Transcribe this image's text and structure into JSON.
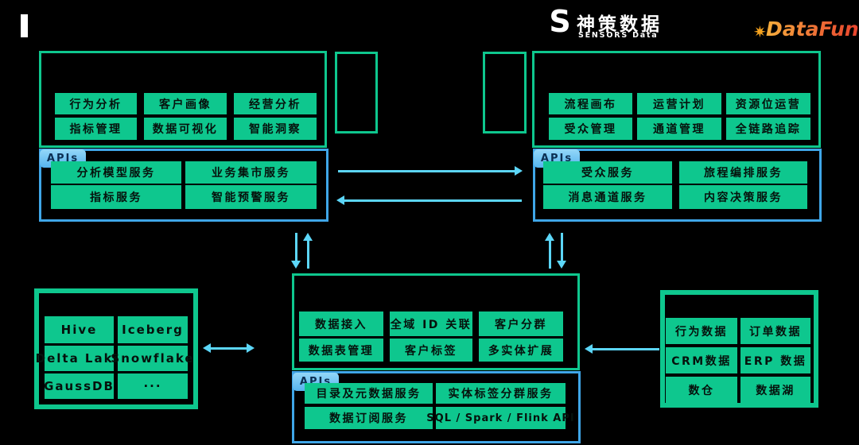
{
  "logos": {
    "sensors": {
      "mark": "S",
      "name_cn": "神策数据",
      "name_en": "SENSORS Data"
    },
    "datafun": {
      "sparkle": "✷",
      "text": "DataFun"
    }
  },
  "colors": {
    "background": "#000000",
    "box_green": "#0EC78E",
    "api_border_blue": "#3FA6E8",
    "api_tab_blue": "#79C9F2",
    "arrow_cyan": "#5CD6F8",
    "datafun_gradient_start": "#F6AE3C",
    "datafun_gradient_end": "#E8432D"
  },
  "analytics": {
    "features": [
      "行为分析",
      "客户画像",
      "经营分析",
      "指标管理",
      "数据可视化",
      "智能洞察"
    ],
    "apis_label": "APIs",
    "services": [
      "分析模型服务",
      "业务集市服务",
      "指标服务",
      "智能预警服务"
    ]
  },
  "marketing": {
    "features": [
      "流程画布",
      "运营计划",
      "资源位运营",
      "受众管理",
      "通道管理",
      "全链路追踪"
    ],
    "apis_label": "APIs",
    "services": [
      "受众服务",
      "旅程编排服务",
      "消息通道服务",
      "内容决策服务"
    ]
  },
  "platform": {
    "features": [
      "数据接入",
      "全域 ID 关联",
      "客户分群",
      "数据表管理",
      "客户标签",
      "多实体扩展"
    ],
    "apis_label": "APIs",
    "services": [
      "目录及元数据服务",
      "实体标签分群服务",
      "数据订阅服务",
      "SQL / Spark / Flink API"
    ]
  },
  "lake_engines": {
    "items": [
      "Hive",
      "Iceberg",
      "Delta Lake",
      "Snowflake",
      "GaussDB",
      "···"
    ]
  },
  "data_sources": {
    "items": [
      "行为数据",
      "订单数据",
      "CRM数据",
      "ERP 数据",
      "数仓",
      "数据湖"
    ]
  }
}
